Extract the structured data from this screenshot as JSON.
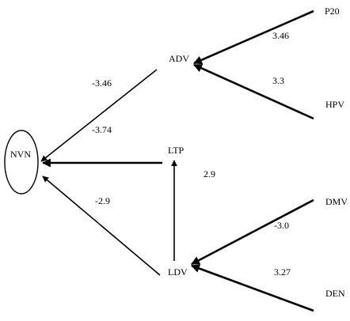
{
  "diagram": {
    "nodes": {
      "nvn": "NVN",
      "adv": "ADV",
      "ltp": "LTP",
      "ldv": "LDV",
      "p20": "P20",
      "hpv": "HPV",
      "dmv": "DMV",
      "den": "DEN"
    },
    "edges": [
      {
        "from": "P20",
        "to": "ADV",
        "label": "3.46"
      },
      {
        "from": "HPV",
        "to": "ADV",
        "label": "3.3"
      },
      {
        "from": "ADV",
        "to": "NVN",
        "label": "-3.46"
      },
      {
        "from": "LTP",
        "to": "NVN",
        "label": "-3.74"
      },
      {
        "from": "LDV",
        "to": "LTP",
        "label": "2.9"
      },
      {
        "from": "LDV",
        "to": "NVN",
        "label": "-2.9"
      },
      {
        "from": "DMV",
        "to": "LDV",
        "label": "-3.0"
      },
      {
        "from": "DEN",
        "to": "LDV",
        "label": "3.27"
      }
    ]
  }
}
